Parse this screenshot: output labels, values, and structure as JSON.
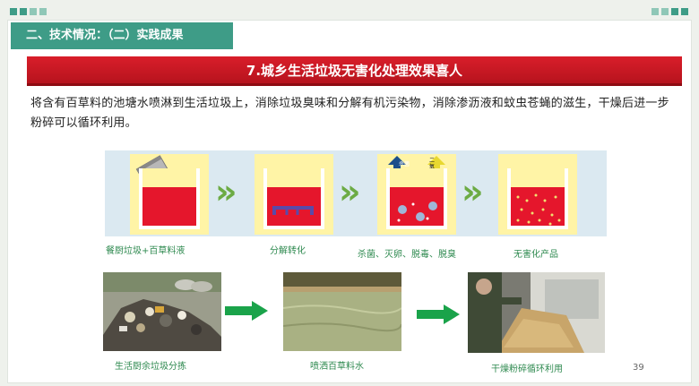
{
  "header": {
    "section_title": "二、技术情况：（二）实践成果"
  },
  "banner": {
    "title": "7.城乡生活垃圾无害化处理效果喜人"
  },
  "body": {
    "description": "将含有百草料的池塘水喷淋到生活垃圾上，消除垃圾臭味和分解有机污染物，消除渗沥液和蚊虫苍蝇的滋生，干燥后进一步粉碎可以循环利用。"
  },
  "process_steps": [
    {
      "label": "餐厨垃圾+百草料液"
    },
    {
      "label": "分解转化"
    },
    {
      "label": "杀菌、灭卵、脱毒、脱臭"
    },
    {
      "label": "无害化产品"
    }
  ],
  "step3_signs": {
    "left": "杀菌",
    "right": "二氧化碳"
  },
  "photo_steps": [
    {
      "label": "生活厨余垃圾分拣"
    },
    {
      "label": "喷洒百草料水"
    },
    {
      "label": "干燥粉碎循环利用"
    }
  ],
  "footer": {
    "page_number": "39"
  },
  "colors": {
    "header_green": "#3e9c87",
    "banner_red": "#c4161f",
    "label_green": "#2f8a50",
    "chevron_green": "#6cab44",
    "liquid_red": "#e5162c",
    "tank_yellow": "#fff4a6"
  }
}
